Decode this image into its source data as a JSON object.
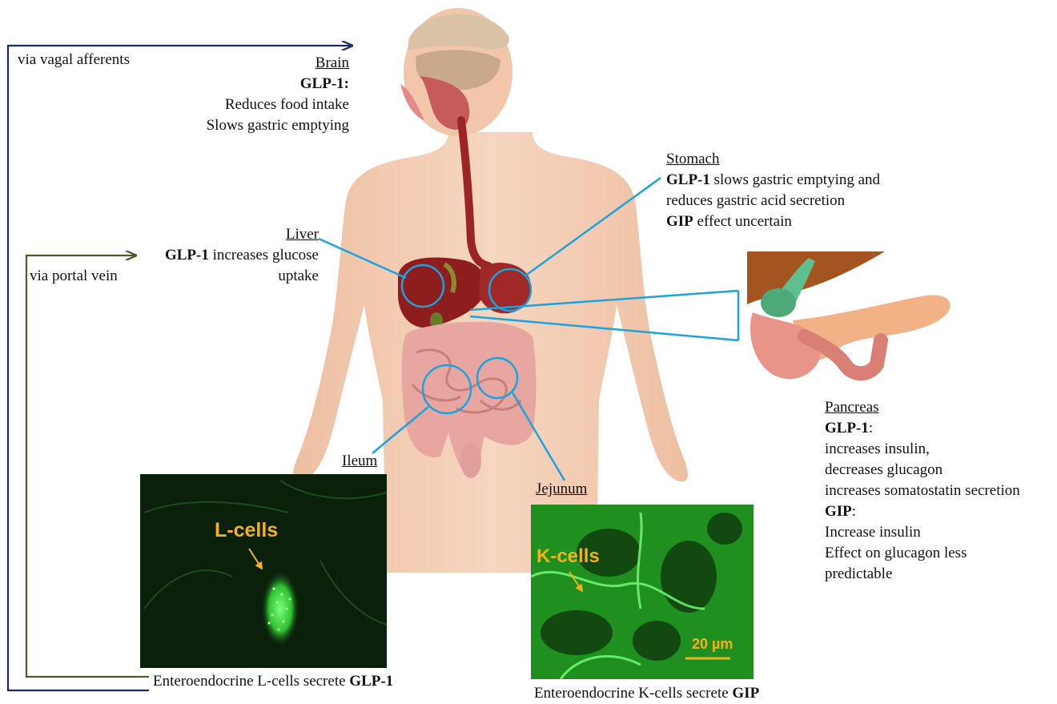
{
  "feedback": {
    "vagal_label": "via vagal afferents",
    "portal_label": "via portal vein"
  },
  "brain": {
    "heading": "Brain",
    "hormone": "GLP-1:",
    "lines": [
      "Reduces food intake",
      "Slows gastric emptying"
    ]
  },
  "liver": {
    "heading": "Liver",
    "hormone": "GLP-1",
    "line1_rest": " increases glucose",
    "line2": "uptake"
  },
  "stomach": {
    "heading": "Stomach",
    "hormone_glp1": "GLP-1",
    "line1_rest": " slows gastric emptying and",
    "line2": "reduces gastric acid secretion",
    "hormone_gip": "GIP",
    "line3_rest": " effect uncertain"
  },
  "pancreas": {
    "heading": "Pancreas",
    "glp1_head": "GLP-1",
    "glp1_colon": ":",
    "glp1_lines": [
      "increases insulin,",
      "decreases glucagon",
      "increases somatostatin secretion"
    ],
    "gip_head": "GIP",
    "gip_colon": ":",
    "gip_lines": [
      "Increase insulin",
      "Effect on glucagon less",
      "predictable"
    ]
  },
  "ileum": {
    "heading": "Ileum",
    "cell_label": "L-cells",
    "caption_prefix": "Enteroendocrine L-cells secrete ",
    "caption_hormone": "GLP-1"
  },
  "jejunum": {
    "heading": "Jejunum",
    "cell_label": "K-cells",
    "scale_bar": "20 µm",
    "caption_prefix": "Enteroendocrine K-cells secrete ",
    "caption_hormone": "GIP"
  },
  "colors": {
    "callout": "#1aa3df",
    "vagal_arrow": "#1a2a66",
    "portal_arrow": "#4a5a2a",
    "skin": "#f3cdb3",
    "liver": "#8e1d1d",
    "intestine": "#e7a6a0",
    "micro_bg": "#0b200b",
    "micro_cell": "#3fe03f",
    "micro_label": "#f2b21c"
  }
}
